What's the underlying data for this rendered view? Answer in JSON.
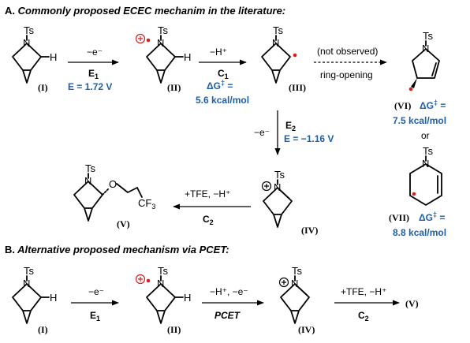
{
  "section_a": {
    "letter": "A.",
    "title": "Commonly proposed ECEC mechanim in the literature:"
  },
  "section_b": {
    "letter": "B.",
    "title": "Alternative proposed mechanism via PCET:"
  },
  "atoms": {
    "ts": "Ts",
    "n": "N",
    "h": "H",
    "o": "O",
    "cf3": "CF",
    "cf3_sub": "3"
  },
  "compounds": {
    "c1": "(I)",
    "c2": "(II)",
    "c3": "(III)",
    "c4": "(IV)",
    "c5": "(V)",
    "c6": "(VI)",
    "c7": "(VII)"
  },
  "steps": {
    "e1_reagent": "−e⁻",
    "e1_label": "E",
    "e1_sub": "1",
    "e1_value": "E = 1.72 V",
    "c1_reagent": "−H⁺",
    "c1_label": "C",
    "c1_sub": "1",
    "c1_dg_value": "5.6 kcal/mol",
    "not_observed": "(not observed)",
    "ring_opening": "ring-opening",
    "vi_dg_value": "7.5 kcal/mol",
    "or": "or",
    "vii_dg_value": "8.8 kcal/mol",
    "e2_reagent": "−e⁻",
    "e2_label": "E",
    "e2_sub": "2",
    "e2_value": "E = −1.16 V",
    "c2_reagent": "+TFE, −H⁺",
    "c2_label": "C",
    "c2_sub": "2",
    "dg_symbol": "ΔG",
    "dg_ddagger": "‡",
    "dg_equals": " ="
  },
  "section_b_steps": {
    "b_e1_reagent": "−e⁻",
    "b_e1_label": "E",
    "b_e1_sub": "1",
    "pcet_reagent": "−H⁺, −e⁻",
    "pcet_label": "PCET",
    "b_c2_reagent": "+TFE, −H⁺",
    "b_c2_label": "C",
    "b_c2_sub": "2",
    "b_product": "(V)"
  },
  "colors": {
    "radical": "#d42020",
    "blue_text": "#1f5fa8",
    "text": "#000000"
  }
}
